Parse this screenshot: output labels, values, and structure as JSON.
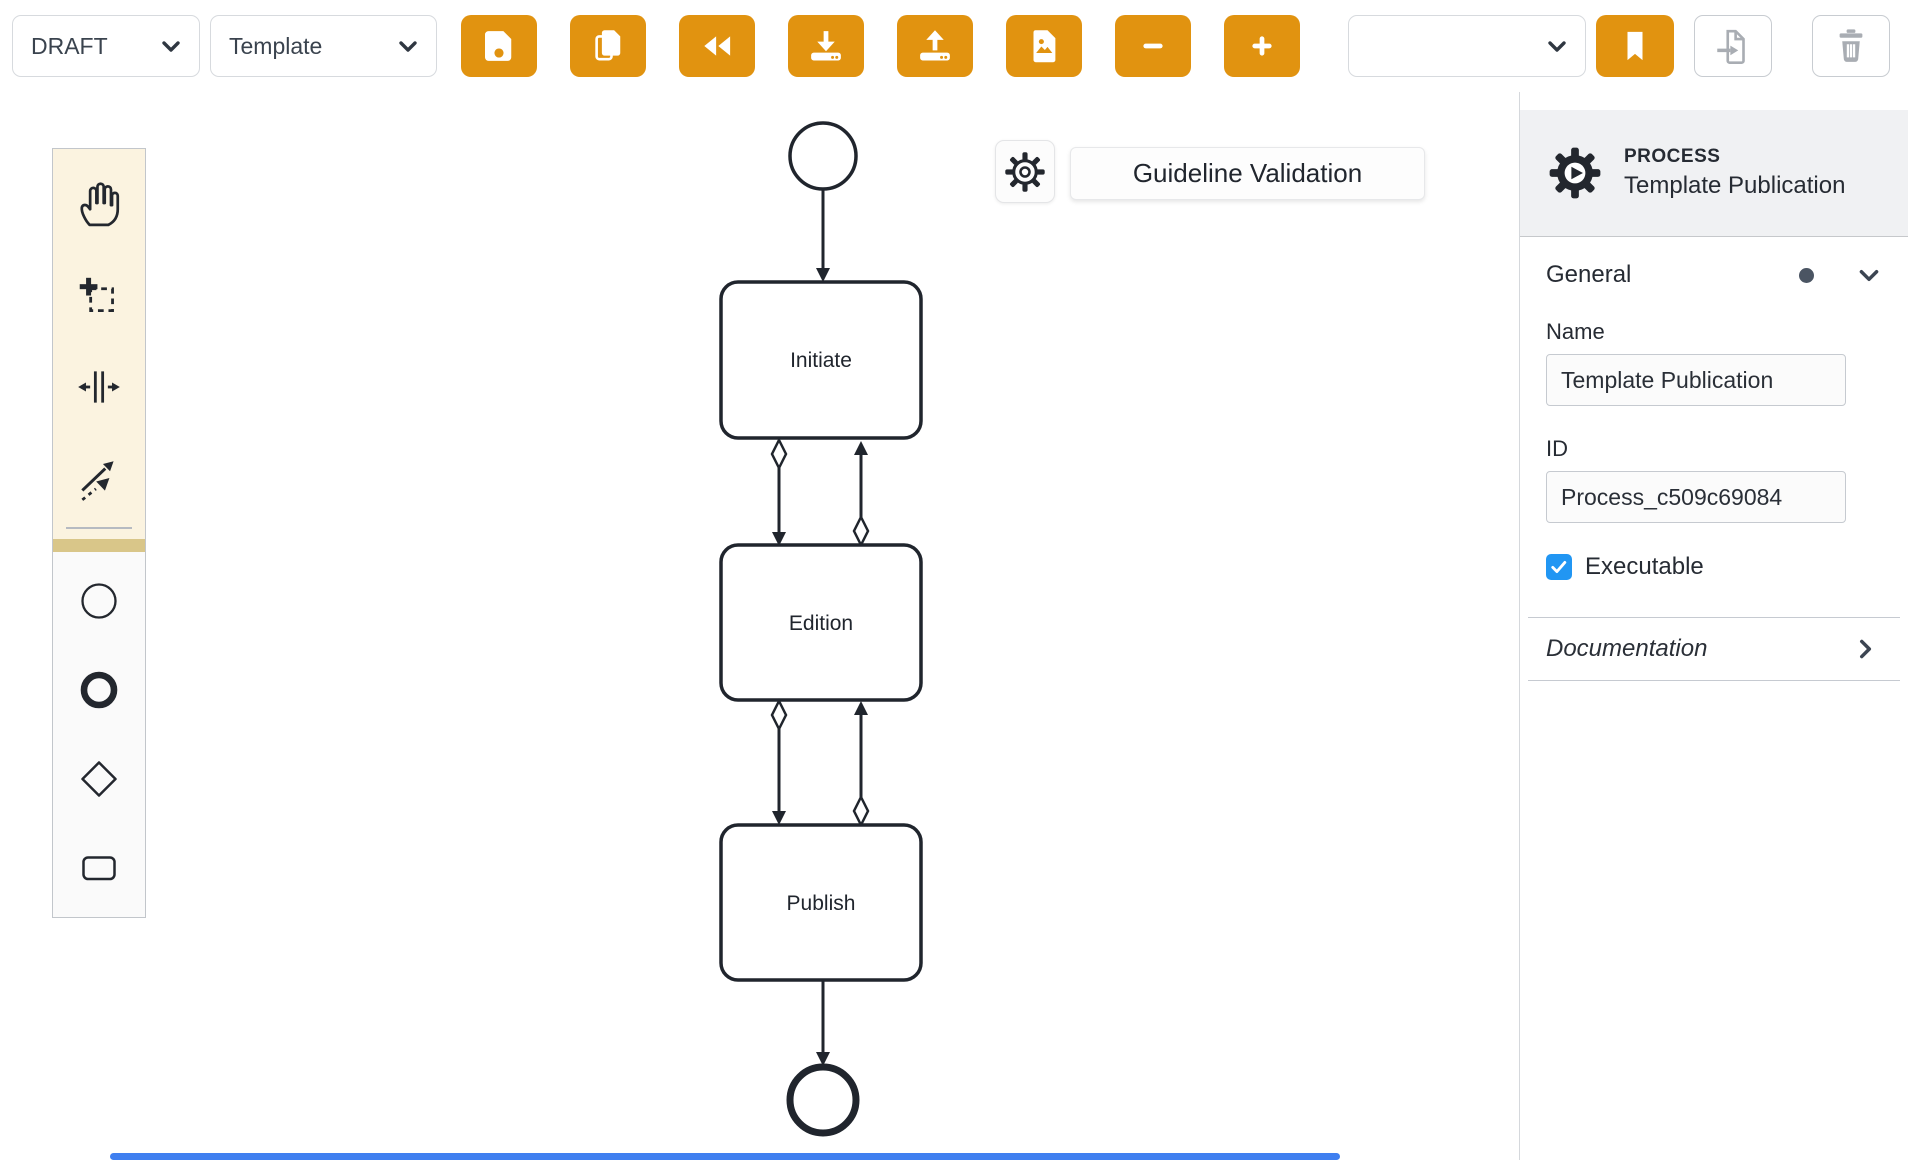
{
  "toolbar": {
    "status_dropdown": {
      "value": "DRAFT"
    },
    "type_dropdown": {
      "value": "Template"
    },
    "version_dropdown": {
      "value": ""
    },
    "buttons": [
      {
        "name": "save",
        "icon": "floppy-disk-icon"
      },
      {
        "name": "copy",
        "icon": "copy-icon"
      },
      {
        "name": "undo-all",
        "icon": "rewind-icon"
      },
      {
        "name": "download",
        "icon": "download-icon"
      },
      {
        "name": "upload",
        "icon": "upload-icon"
      },
      {
        "name": "export-image",
        "icon": "image-file-icon"
      },
      {
        "name": "zoom-out",
        "icon": "minus-icon"
      },
      {
        "name": "zoom-in",
        "icon": "plus-icon"
      },
      {
        "name": "bookmark",
        "icon": "bookmark-icon"
      },
      {
        "name": "export-document",
        "icon": "document-export-icon",
        "disabled": true
      },
      {
        "name": "delete",
        "icon": "trash-icon",
        "disabled": true
      }
    ],
    "accent_color": "#e19310"
  },
  "palette": {
    "tools": [
      "hand-tool",
      "lasso-tool",
      "space-tool",
      "global-connect-tool"
    ],
    "elements": [
      "start-event",
      "end-event",
      "gateway",
      "task"
    ]
  },
  "canvas": {
    "settings_button_icon": "gear-icon",
    "validation_button_label": "Guideline Validation",
    "diagram": {
      "tasks": [
        "Initiate",
        "Edition",
        "Publish"
      ]
    }
  },
  "properties_panel": {
    "header": {
      "type_label": "PROCESS",
      "element_name": "Template Publication"
    },
    "general": {
      "title": "General",
      "name_label": "Name",
      "name_value": "Template Publication",
      "id_label": "ID",
      "id_value": "Process_c509c69084",
      "executable_label": "Executable",
      "executable_checked": true
    },
    "documentation": {
      "title": "Documentation"
    }
  },
  "colors": {
    "checkbox_blue": "#2196f3",
    "scrollbar_blue": "#3f7ff0",
    "bpmn_stroke": "#20252d"
  }
}
